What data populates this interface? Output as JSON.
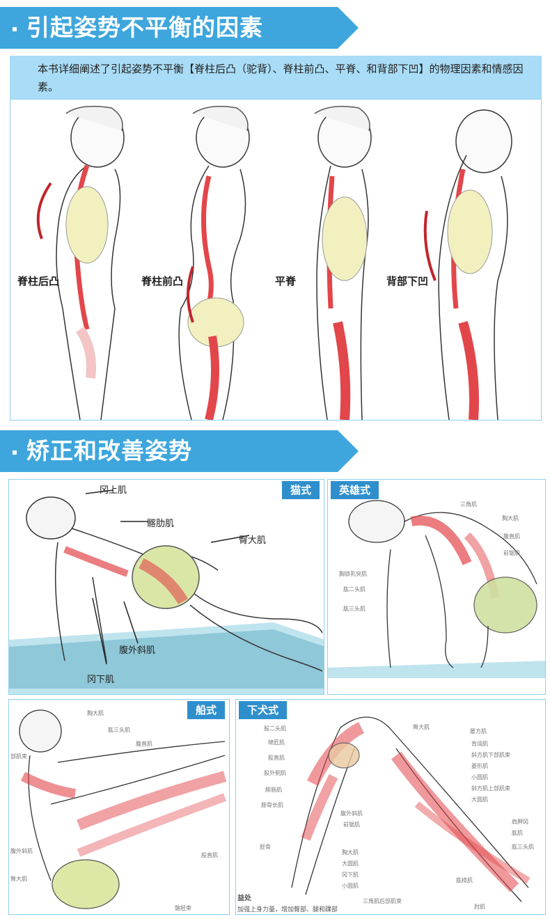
{
  "section1": {
    "title": "引起姿势不平衡的因素",
    "intro": "本书详细阐述了引起姿势不平衡【脊柱后凸（驼背）、脊柱前凸、平脊、和背部下凹】的物理因素和情感因素。",
    "postures": [
      {
        "label": "脊柱后凸"
      },
      {
        "label": "脊柱前凸"
      },
      {
        "label": "平脊"
      },
      {
        "label": "背部下凹"
      }
    ]
  },
  "section2": {
    "title": "矫正和改善姿势",
    "poses": {
      "cat": {
        "tag": "猫式",
        "labels": [
          "冈上肌",
          "髂肋肌",
          "臀大肌",
          "腹外斜肌",
          "冈下肌"
        ]
      },
      "hero": {
        "tag": "英雄式",
        "labels": [
          "三角肌",
          "胸大肌",
          "腹直肌",
          "前锯肌",
          "胸锁乳突肌",
          "肱二头肌",
          "肱三头肌"
        ]
      },
      "boat": {
        "tag": "船式",
        "labels": [
          "胸大肌",
          "肱三头肌",
          "腹直肌",
          "股直肌",
          "髂胫束",
          "腹外斜肌",
          "臀大肌",
          "部肌束"
        ]
      },
      "dog": {
        "tag": "下犬式",
        "labels": [
          "臀大肌",
          "股二头肌",
          "缝匠肌",
          "股直肌",
          "股外侧肌",
          "腓肠肌",
          "腓骨长肌",
          "胫骨",
          "腰方肌",
          "背阔肌",
          "斜方肌下部肌束",
          "菱形肌",
          "小圆肌",
          "斜方肌上部肌束",
          "大圆肌",
          "腹外斜肌",
          "前锯肌",
          "胸大肌",
          "大圆肌",
          "冈下肌",
          "小圆肌",
          "三角肌后部肌束",
          "肱桡肌",
          "肘肌",
          "肩胛冈",
          "肱肌",
          "肱三头肌"
        ],
        "benefit_title": "益处",
        "benefit_text": "加强上身力量，增加臀部、腿和踝部"
      }
    }
  },
  "colors": {
    "banner": "#3ea6dd",
    "intro_bg": "#a9dcf6",
    "panel_border": "#8fd0ef",
    "tag_bg": "#2f8fcd",
    "muscle": "#e2464a",
    "bone": "#f3f0c0",
    "mat": "#6fb6c9"
  }
}
